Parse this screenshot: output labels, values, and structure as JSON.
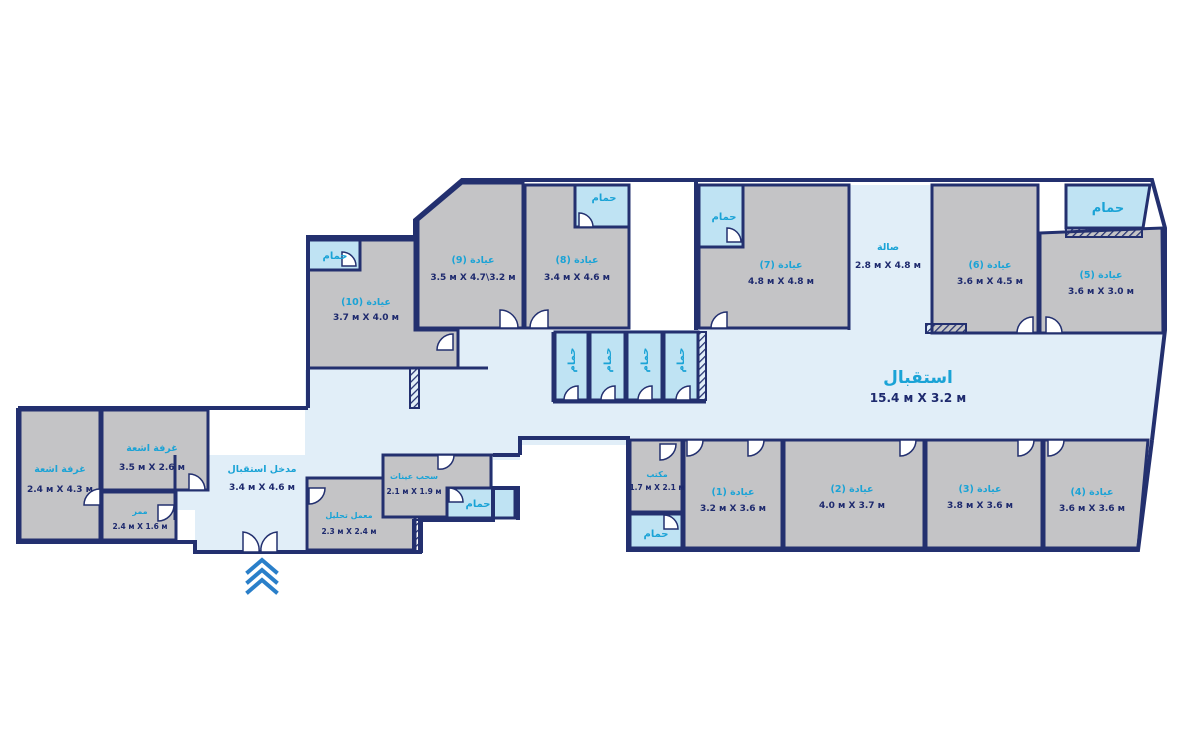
{
  "colors": {
    "wall": "#23306f",
    "room": "#c4c4c6",
    "corridor": "#e1eef8",
    "bath": "#bfe3f3",
    "label_name": "#1aa3d6",
    "label_dims": "#1e2a6e"
  },
  "labels": {
    "bath": "حمام",
    "reception_name": "استقبال",
    "reception_dims": "15.4 м X 3.2 м",
    "hall_name": "صالة",
    "hall_dims": "2.8 м X 4.8 м",
    "clinic10_name": "عيادة (10)",
    "clinic10_dims": "3.7 м X 4.0 м",
    "clinic9_name": "عيادة (9)",
    "clinic9_dims": "3.5 м X 4.7\\3.2 м",
    "clinic8_name": "عيادة (8)",
    "clinic8_dims": "3.4 м X 4.6 м",
    "clinic7_name": "عيادة (7)",
    "clinic7_dims": "4.8 м X 4.8 м",
    "clinic6_name": "عيادة (6)",
    "clinic6_dims": "3.6 м X 4.5 м",
    "clinic5_name": "عيادة (5)",
    "clinic5_dims": "3.6 м X 3.0 м",
    "clinic1_name": "عيادة (1)",
    "clinic1_dims": "3.2 м X 3.6 м",
    "clinic2_name": "عيادة (2)",
    "clinic2_dims": "4.0 м X 3.7 м",
    "clinic3_name": "عيادة (3)",
    "clinic3_dims": "3.8 м X 3.6 м",
    "clinic4_name": "عيادة (4)",
    "clinic4_dims": "3.6 м X 3.6 м",
    "office_name": "مكتب",
    "office_dims": "1.7 м X 2.1 м",
    "xray1_name": "غرفة اشعة",
    "xray1_dims": "2.4 м X 4.3 м",
    "xray2_name": "غرفة اشعة",
    "xray2_dims": "3.5 м X 2.6 м",
    "passage_name": "ممر",
    "passage_dims": "2.4 м X 1.6 м",
    "entrance_name": "مدخل استقبال",
    "entrance_dims": "3.4 м X 4.6 м",
    "lab_name": "معمل تحليل",
    "lab_dims": "2.3 м X 2.4 м",
    "sampling_name": "سحب عينات",
    "sampling_dims": "2.1 м X 1.9 м"
  },
  "icons": {
    "entrance_arrow": "double-chevron-up"
  }
}
